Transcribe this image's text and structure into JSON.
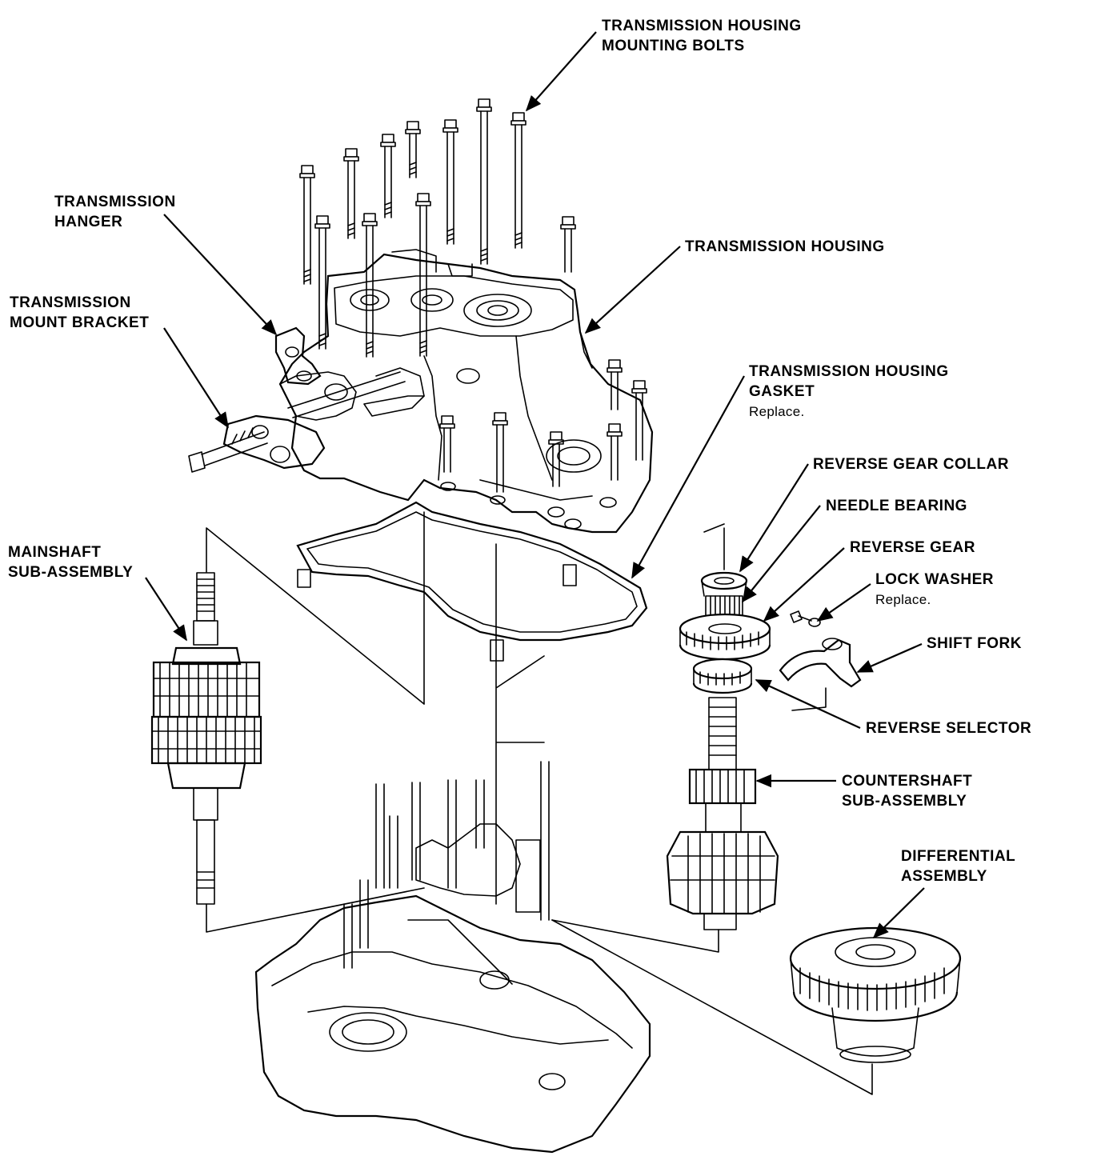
{
  "labels": {
    "mounting_bolts": {
      "line1": "TRANSMISSION HOUSING",
      "line2": "MOUNTING BOLTS"
    },
    "hanger": {
      "line1": "TRANSMISSION",
      "line2": "HANGER"
    },
    "housing": {
      "line1": "TRANSMISSION HOUSING"
    },
    "mount_bracket": {
      "line1": "TRANSMISSION",
      "line2": "MOUNT BRACKET"
    },
    "gasket": {
      "line1": "TRANSMISSION HOUSING",
      "line2": "GASKET",
      "note": "Replace."
    },
    "reverse_gear_collar": {
      "line1": "REVERSE GEAR COLLAR"
    },
    "needle_bearing": {
      "line1": "NEEDLE BEARING"
    },
    "reverse_gear": {
      "line1": "REVERSE GEAR"
    },
    "lock_washer": {
      "line1": "LOCK WASHER",
      "note": "Replace."
    },
    "shift_fork": {
      "line1": "SHIFT FORK"
    },
    "reverse_selector": {
      "line1": "REVERSE SELECTOR"
    },
    "mainshaft": {
      "line1": "MAINSHAFT",
      "line2": "SUB-ASSEMBLY"
    },
    "countershaft": {
      "line1": "COUNTERSHAFT",
      "line2": "SUB-ASSEMBLY"
    },
    "differential": {
      "line1": "DIFFERENTIAL",
      "line2": "ASSEMBLY"
    }
  }
}
